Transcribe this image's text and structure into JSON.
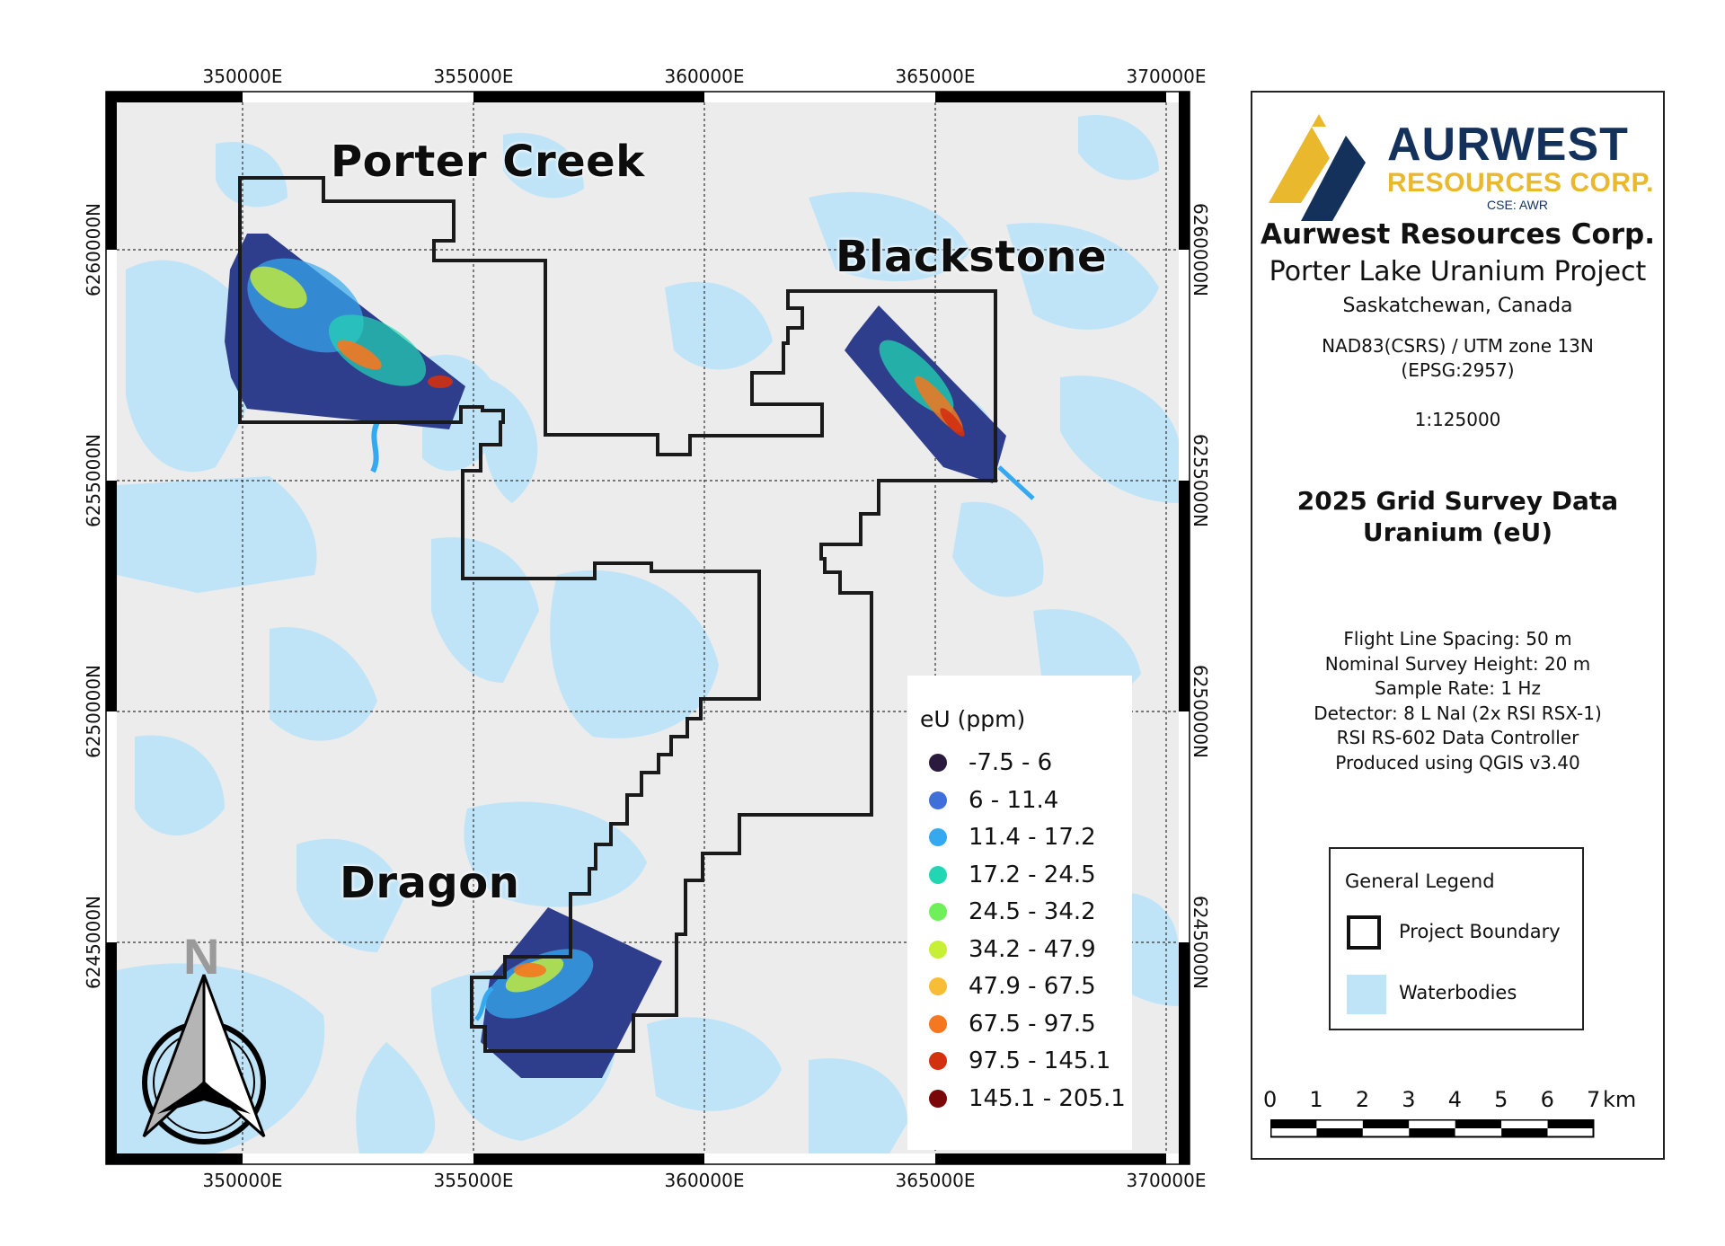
{
  "map": {
    "x_ticks": [
      "350000E",
      "355000E",
      "360000E",
      "365000E",
      "370000E"
    ],
    "y_ticks": [
      "6260000N",
      "6255000N",
      "6250000N",
      "6245000N"
    ],
    "area_labels": {
      "porter_creek": "Porter Creek",
      "blackstone": "Blackstone",
      "dragon": "Dragon"
    },
    "north_arrow": "N",
    "colors": {
      "water": "#bfe4f8",
      "land": "#ececec",
      "boundary": "#1a1a1a"
    }
  },
  "eu_legend": {
    "title": "eU (ppm)",
    "items": [
      {
        "label": "-7.5 - 6",
        "color": "#2a1a3e"
      },
      {
        "label": "6 - 11.4",
        "color": "#3f6fd8"
      },
      {
        "label": "11.4 - 17.2",
        "color": "#35a9ef"
      },
      {
        "label": "17.2 - 24.5",
        "color": "#23d6b3"
      },
      {
        "label": "24.5 - 34.2",
        "color": "#6ff05a"
      },
      {
        "label": "34.2 - 47.9",
        "color": "#c7ef36"
      },
      {
        "label": "47.9 - 67.5",
        "color": "#f6bd35"
      },
      {
        "label": "67.5 - 97.5",
        "color": "#f5771f"
      },
      {
        "label": "97.5 - 145.1",
        "color": "#d3300f"
      },
      {
        "label": "145.1 - 205.1",
        "color": "#7a0808"
      }
    ]
  },
  "info": {
    "logo": {
      "word": "AURWEST",
      "sub": "RESOURCES CORP.",
      "ticker": "CSE: AWR",
      "colors": {
        "navy": "#14315c",
        "gold": "#e9b82c"
      }
    },
    "company": "Aurwest Resources Corp.",
    "project": "Porter Lake Uranium Project",
    "location": "Saskatchewan, Canada",
    "crs_line1": "NAD83(CSRS) / UTM zone 13N",
    "crs_line2": "(EPSG:2957)",
    "scale": "1:125000",
    "survey_title1": "2025 Grid Survey Data",
    "survey_title2": "Uranium (eU)",
    "specs": [
      "Flight Line Spacing: 50 m",
      "Nominal Survey Height: 20 m",
      "Sample Rate: 1 Hz",
      "Detector: 8 L NaI (2x RSI RSX-1)",
      "RSI RS-602 Data Controller",
      "Produced using QGIS v3.40"
    ],
    "general_legend": {
      "title": "General Legend",
      "boundary": "Project Boundary",
      "water": "Waterbodies"
    },
    "scalebar": {
      "labels": [
        "0",
        "1",
        "2",
        "3",
        "4",
        "5",
        "6",
        "7"
      ],
      "unit": "km"
    }
  }
}
